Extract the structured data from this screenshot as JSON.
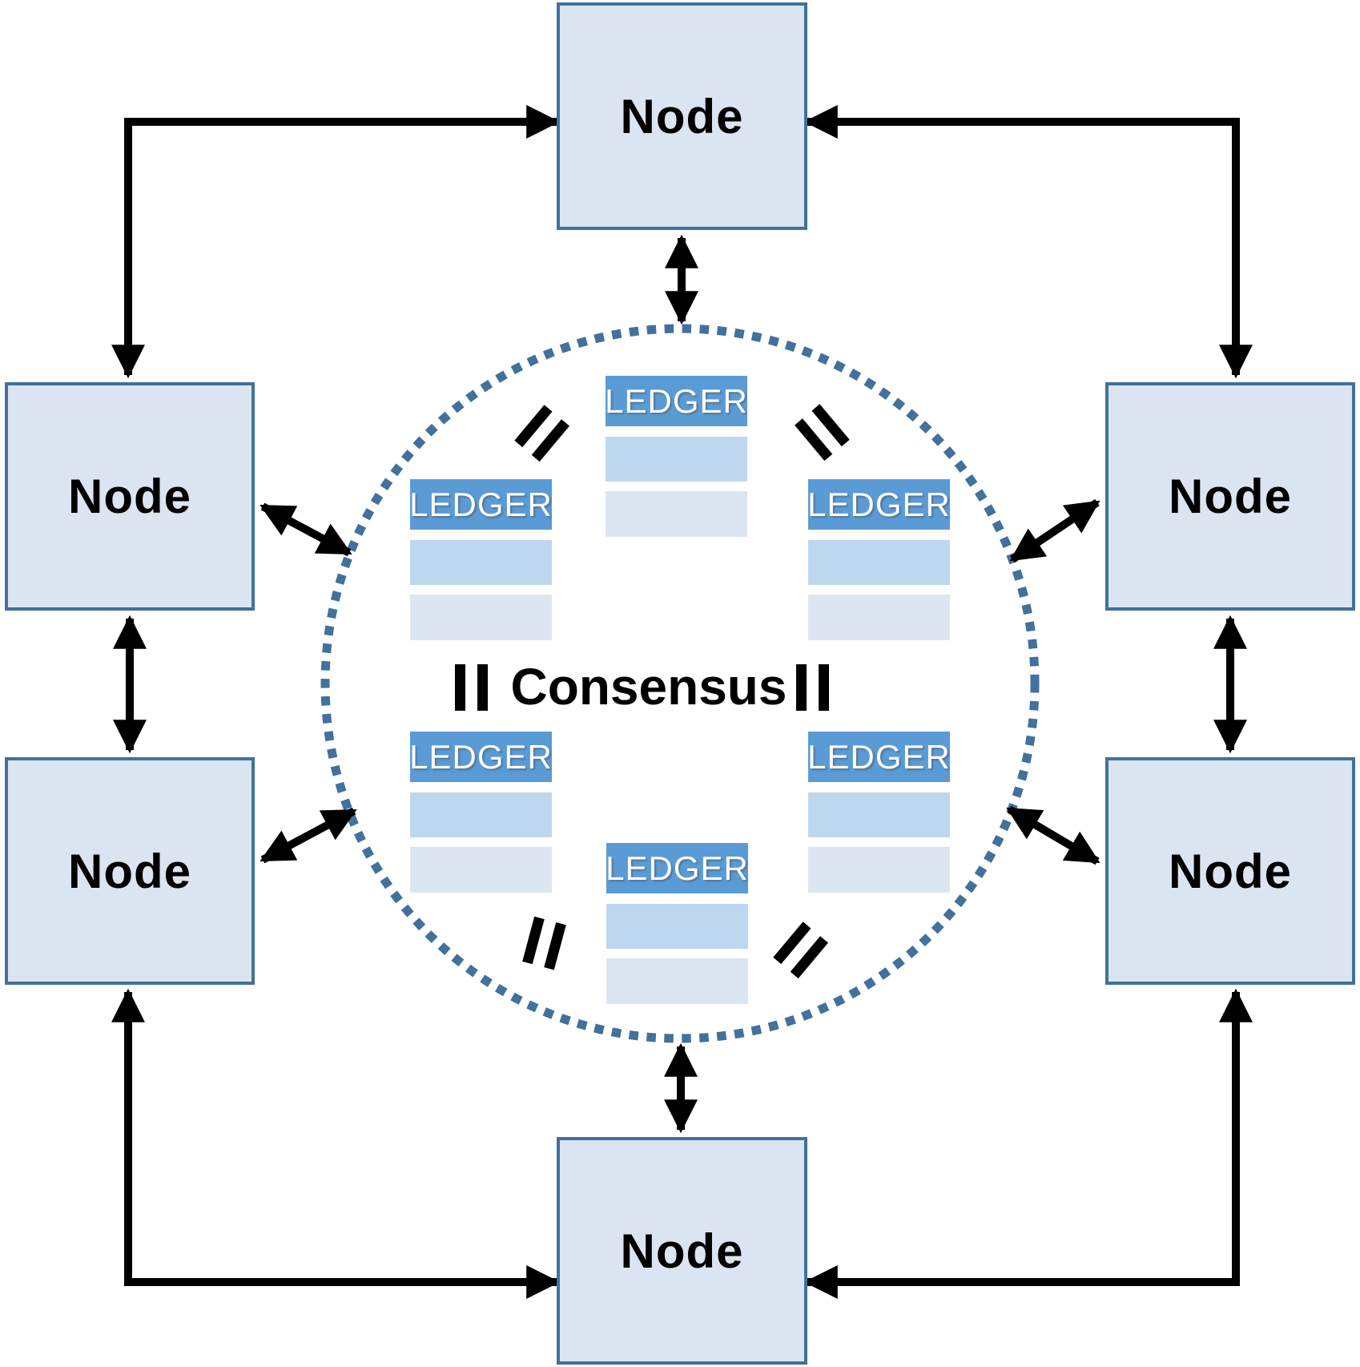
{
  "diagram": {
    "center_label": "Consensus",
    "nodes": [
      {
        "id": "top",
        "label": "Node"
      },
      {
        "id": "left-upper",
        "label": "Node"
      },
      {
        "id": "left-lower",
        "label": "Node"
      },
      {
        "id": "right-upper",
        "label": "Node"
      },
      {
        "id": "right-lower",
        "label": "Node"
      },
      {
        "id": "bottom",
        "label": "Node"
      }
    ],
    "ledgers": [
      {
        "id": "top",
        "label": "LEDGER"
      },
      {
        "id": "upper-left",
        "label": "LEDGER"
      },
      {
        "id": "upper-right",
        "label": "LEDGER"
      },
      {
        "id": "lower-left",
        "label": "LEDGER"
      },
      {
        "id": "lower-right",
        "label": "LEDGER"
      },
      {
        "id": "bottom",
        "label": "LEDGER"
      }
    ],
    "equals_symbol": "=",
    "colors": {
      "node_fill": "#dbe5f1",
      "node_border": "#41719c",
      "ledger_header": "#5b9bd5",
      "ledger_row_1": "#bdd7ee",
      "ledger_row_2": "#dce6f2",
      "dotted_circle": "#41719c",
      "arrow": "#000000",
      "node_text": "#000000",
      "ledger_text": "#ffffff"
    }
  }
}
